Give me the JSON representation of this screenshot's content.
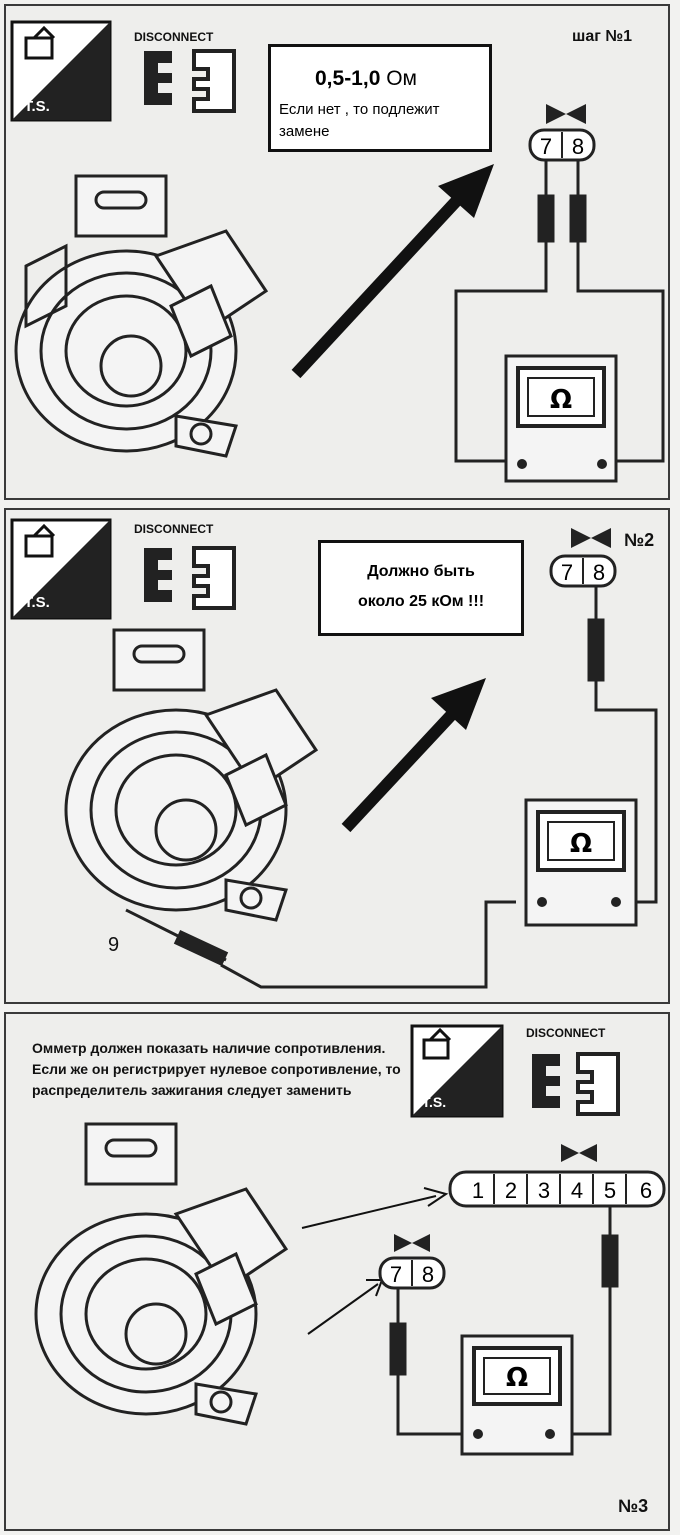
{
  "step1": {
    "label": "шаг №1",
    "value": "0,5-1,0",
    "unit": " Ом",
    "note": "Если нет , то подлежит замене",
    "pins": [
      "7",
      "8"
    ],
    "ohm": "Ω",
    "ts": "T.S.",
    "disconnect": "DISCONNECT"
  },
  "step2": {
    "label": "№2",
    "note_line1": "Должно быть",
    "note_line2": "около 25 кОм !!!",
    "pins": [
      "7",
      "8"
    ],
    "ohm": "Ω",
    "ts": "T.S.",
    "disconnect": "DISCONNECT",
    "terminal": "9"
  },
  "step3": {
    "label": "№3",
    "note": "Омметр должен показать наличие сопротивления. Если же он регистрирует нулевое сопротивление, то распределитель зажигания следует заменить",
    "pins_small": [
      "7",
      "8"
    ],
    "pins_large": [
      "1",
      "2",
      "3",
      "4",
      "5",
      "6"
    ],
    "ohm": "Ω",
    "ts": "T.S.",
    "disconnect": "DISCONNECT"
  }
}
